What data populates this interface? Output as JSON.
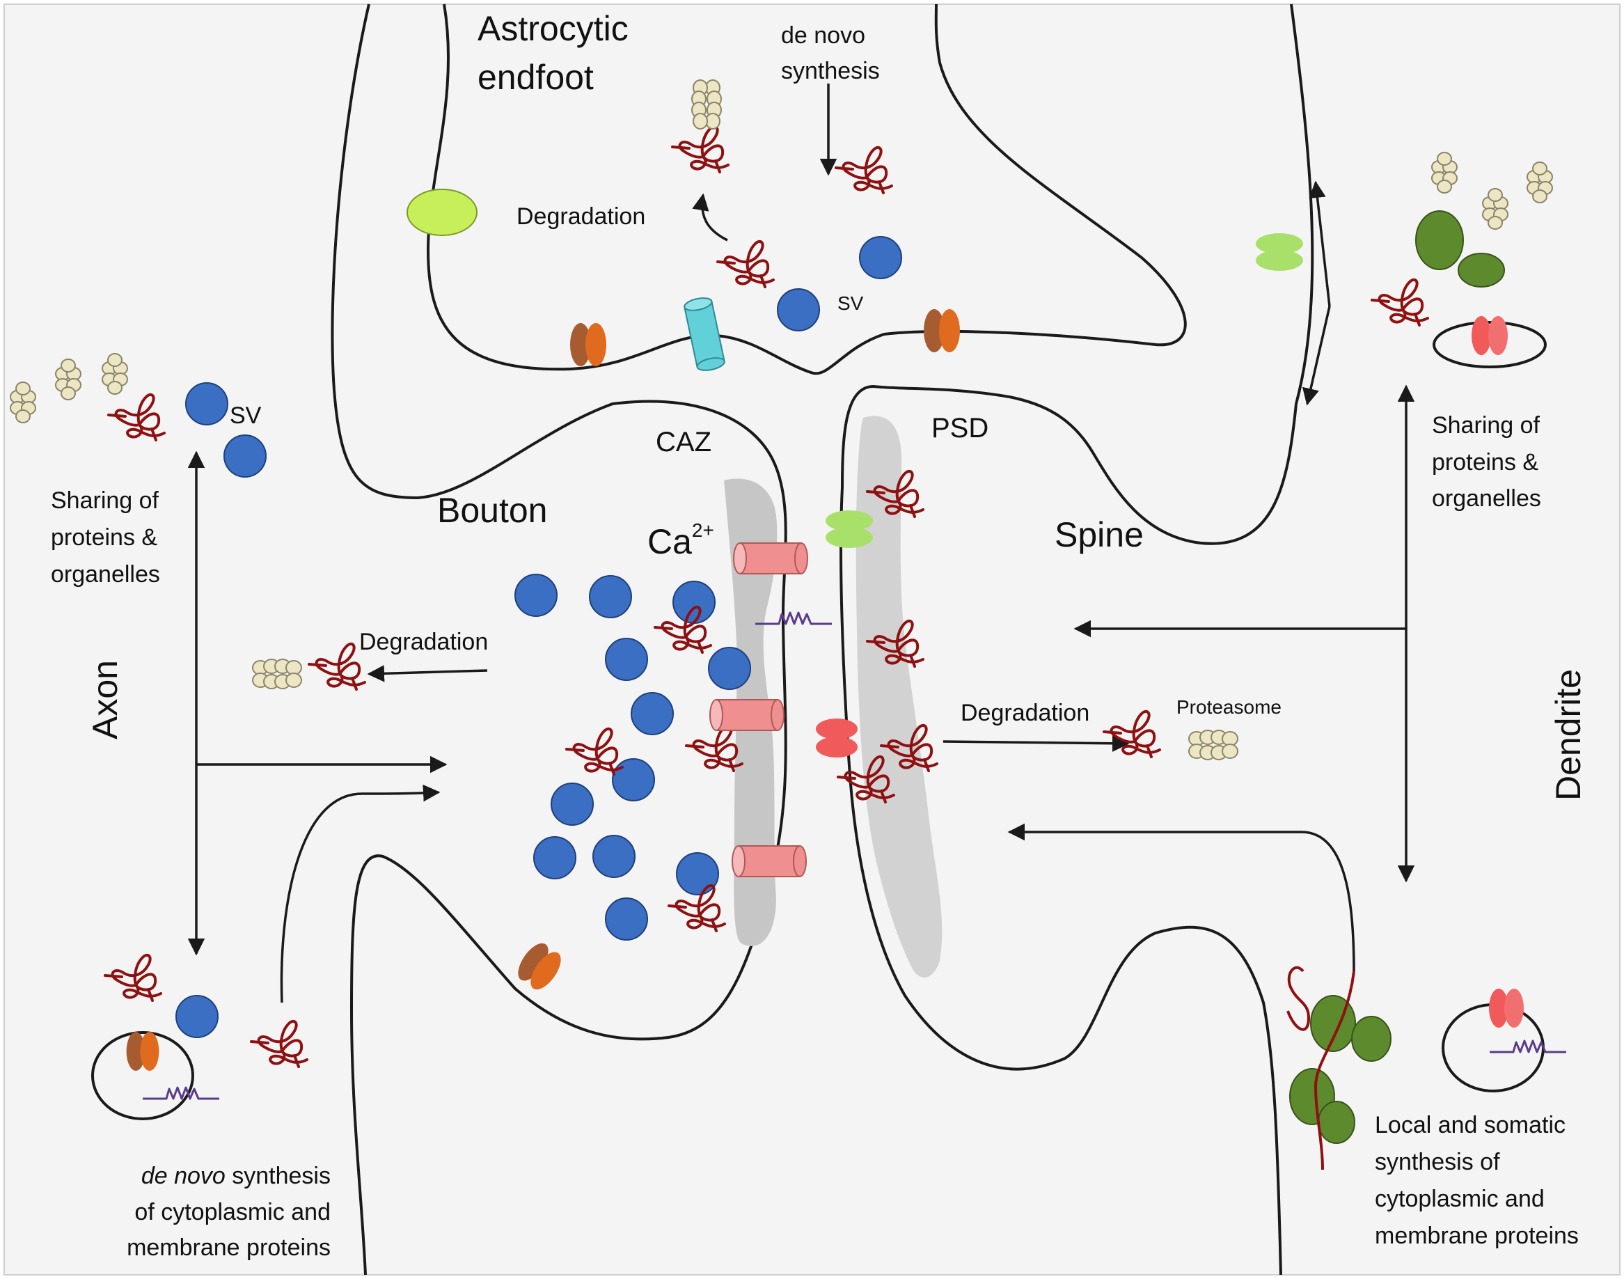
{
  "labels": {
    "astro1": "Astrocytic",
    "astro2": "endfoot",
    "denovo1": "de novo",
    "denovo2": "synthesis",
    "degradation_top": "Degradation",
    "sv_top": "SV",
    "sv_left": "SV",
    "sharing_left_1": "Sharing of",
    "sharing_left_2": "proteins &",
    "sharing_left_3": "organelles",
    "sharing_right_1": "Sharing of",
    "sharing_right_2": "proteins &",
    "sharing_right_3": "organelles",
    "caz": "CAZ",
    "psd": "PSD",
    "bouton": "Bouton",
    "spine": "Spine",
    "ca_base": "Ca",
    "ca_sup": "2+",
    "degradation_bouton": "Degradation",
    "degradation_spine": "Degradation",
    "proteasome": "Proteasome",
    "axon": "Axon",
    "dendrite": "Dendrite",
    "axon_syn_italic": "de novo",
    "axon_syn_rest": " synthesis",
    "axon_syn2": "of cytoplasmic and",
    "axon_syn3": "membrane proteins",
    "local_1": "Local and somatic",
    "local_2": "synthesis of",
    "local_3": "cytoplasmic and",
    "local_4": "membrane proteins"
  },
  "colors": {
    "background": "#f4f4f4",
    "outline": "#1a1a1a",
    "vesicle": "#3b6fc4",
    "protein": "#8e1010",
    "proteasome": "#ece6c4",
    "mitochondria": "#5e8a2e",
    "lime": "#c7ef5a",
    "pale_green": "#a9e06a",
    "orange": "#e06a1e",
    "brown": "#a65c30",
    "pink": "#ef8f8f",
    "red_channel": "#f05a5a",
    "cyan": "#62d0d8",
    "psd_gray": "#c6c6c6",
    "mrna": "#5a3c8a"
  }
}
